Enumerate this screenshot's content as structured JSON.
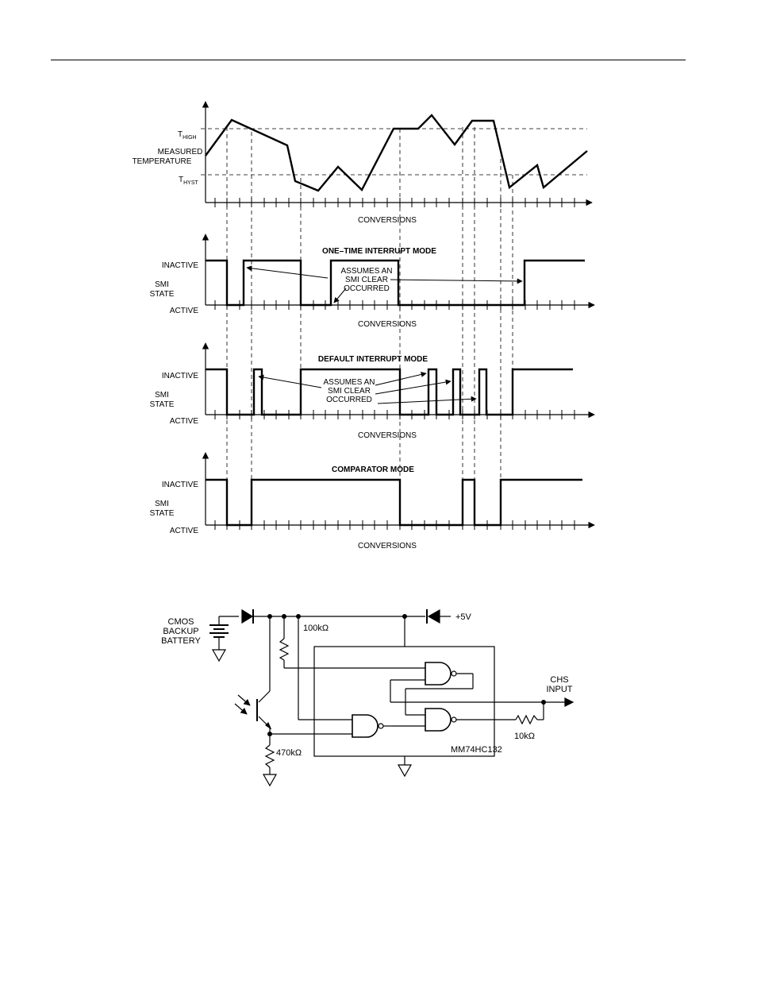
{
  "timing": {
    "temp_panel": {
      "ylabel_line1": "MEASURED",
      "ylabel_line2": "TEMPERATURE",
      "t_high_main": "T",
      "t_high_sub": "HIGH",
      "t_hyst_main": "T",
      "t_hyst_sub": "HYST",
      "xlabel": "CONVERSIONS"
    },
    "one_time": {
      "title": "ONE–TIME INTERRUPT MODE",
      "inactive": "INACTIVE",
      "state_line1": "SMI",
      "state_line2": "STATE",
      "active": "ACTIVE",
      "xlabel": "CONVERSIONS",
      "note_line1": "ASSUMES AN",
      "note_line2": "SMI CLEAR",
      "note_line3": "OCCURRED"
    },
    "default": {
      "title": "DEFAULT INTERRUPT MODE",
      "inactive": "INACTIVE",
      "state_line1": "SMI",
      "state_line2": "STATE",
      "active": "ACTIVE",
      "xlabel": "CONVERSIONS",
      "note_line1": "ASSUMES AN",
      "note_line2": "SMI CLEAR",
      "note_line3": "OCCURRED"
    },
    "comparator": {
      "title": "COMPARATOR MODE",
      "inactive": "INACTIVE",
      "state_line1": "SMI",
      "state_line2": "STATE",
      "active": "ACTIVE",
      "xlabel": "CONVERSIONS"
    }
  },
  "circuit": {
    "battery_line1": "CMOS",
    "battery_line2": "BACKUP",
    "battery_line3": "BATTERY",
    "supply": "+5V",
    "r_pullup": "100kΩ",
    "r_photo": "470kΩ",
    "r_out": "10kΩ",
    "output_line1": "CHS",
    "output_line2": "INPUT",
    "ic_name": "MM74HC132"
  }
}
